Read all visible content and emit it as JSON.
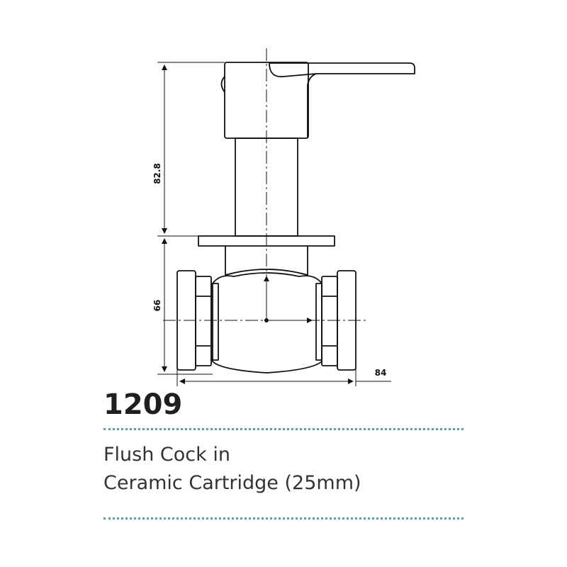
{
  "drawing": {
    "dimensions": {
      "upper_height": "82.8",
      "lower_height": "66",
      "body_width": "84"
    }
  },
  "product": {
    "code": "1209",
    "description_line1": "Flush Cock in",
    "description_line2": "Ceramic Cartridge (25mm)"
  },
  "colors": {
    "line": "#111111",
    "divider": "#5f9ea3",
    "text": "#333333"
  }
}
